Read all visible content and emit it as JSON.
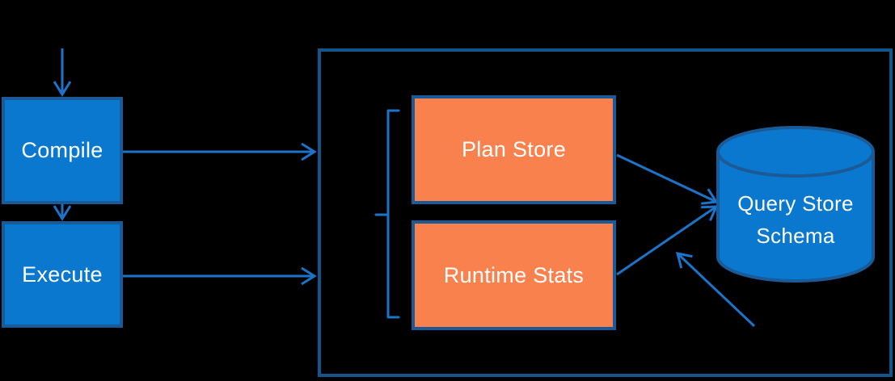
{
  "colors": {
    "background": "#000000",
    "node_blue_fill": "#0a78ce",
    "node_border_blue": "#1a5a96",
    "container_border_blue": "#14568c",
    "node_orange_fill": "#f9814e",
    "arrow_blue": "#1b74c9",
    "label_text": "#ffffff"
  },
  "nodes": {
    "compile": {
      "label": "Compile"
    },
    "execute": {
      "label": "Execute"
    },
    "plan_store": {
      "label": "Plan Store"
    },
    "runtime_stats": {
      "label": "Runtime Stats"
    },
    "query_store_schema": {
      "line1": "Query Store",
      "line2": "Schema"
    }
  },
  "icons": {
    "database": "database-cylinder-icon",
    "bracket": "grouping-bracket-icon",
    "arrows": "flow-arrow"
  }
}
